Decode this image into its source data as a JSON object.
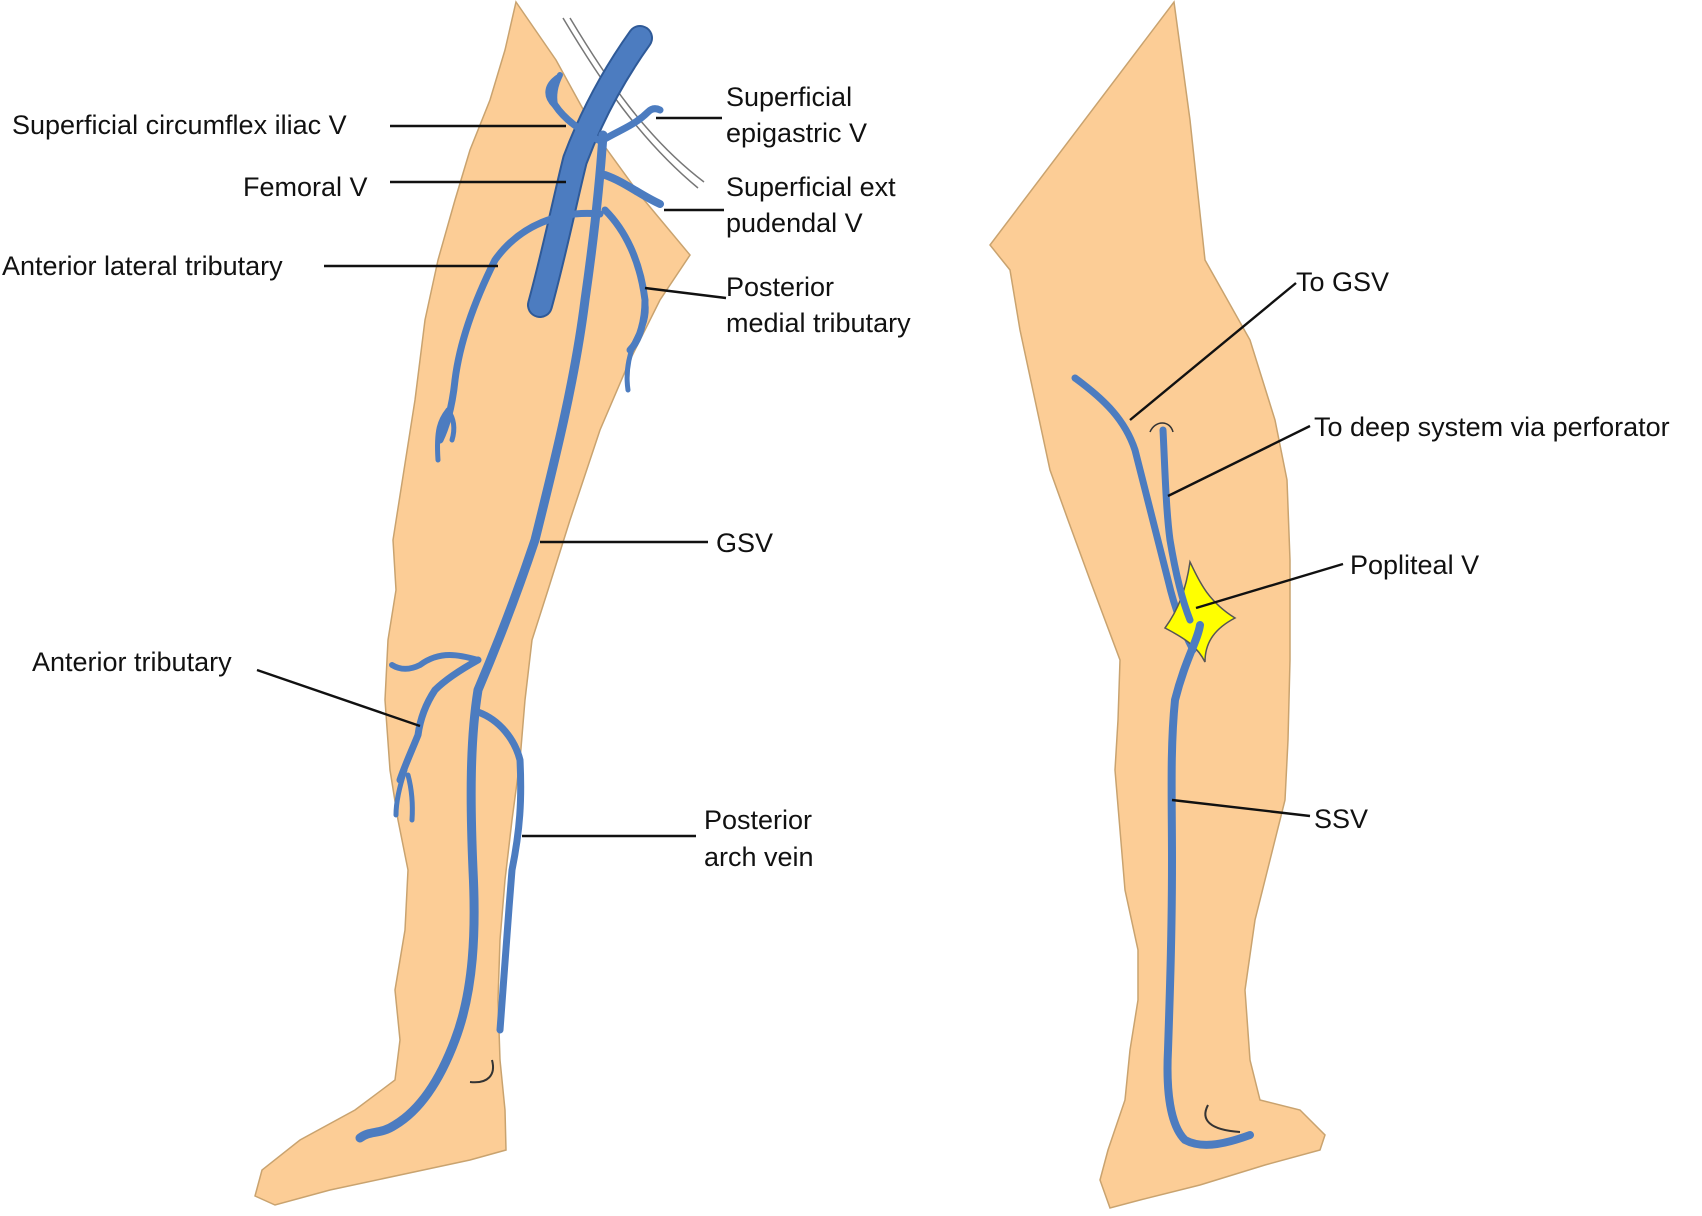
{
  "colors": {
    "skin": "#fccd96",
    "vein": "#4c7cc0",
    "popliteal_fossa": "#ffff00",
    "text": "#111111"
  },
  "labels": {
    "sciv": "Superficial circumflex iliac V",
    "femoral": "Femoral V",
    "alt": "Anterior lateral tributary",
    "sev_1": "Superficial",
    "sev_2": "epigastric V",
    "sepv_1": "Superficial ext",
    "sepv_2": "pudendal V",
    "pmt_1": "Posterior",
    "pmt_2": "medial tributary",
    "gsv": "GSV",
    "at": "Anterior tributary",
    "pav_1": "Posterior",
    "pav_2": "arch vein",
    "to_gsv": "To GSV",
    "to_deep": "To deep system via perforator",
    "popliteal": "Popliteal V",
    "ssv": "SSV"
  }
}
